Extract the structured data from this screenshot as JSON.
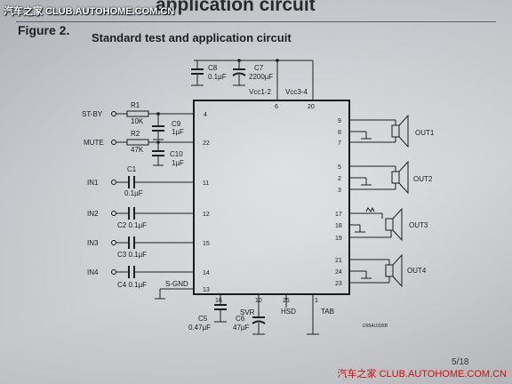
{
  "header": {
    "title": "application circuit",
    "figure_label": "Figure 2.",
    "figure_caption": "Standard test and application circuit"
  },
  "watermark": {
    "top": "汽车之家 CLUB.AUTOHOME.COM.CN",
    "bottom": "汽车之家 CLUB.AUTOHOME.COM.CN"
  },
  "page_number": "5/18",
  "diagram_code": "D95AU335B",
  "inputs": {
    "stby": "ST-BY",
    "mute": "MUTE",
    "in1": "IN1",
    "in2": "IN2",
    "in3": "IN3",
    "in4": "IN4"
  },
  "components": {
    "r1_name": "R1",
    "r1_value": "10K",
    "r2_name": "R2",
    "r2_value": "47K",
    "c1_name": "C1",
    "c1_value": "0.1µF",
    "c2": "C2 0.1µF",
    "c3": "C3 0.1µF",
    "c4": "C4 0.1µF",
    "c5_name": "C5",
    "c5_value": "0.47µF",
    "c6_name": "C6",
    "c6_value": "47µF",
    "c7_name": "C7",
    "c7_value": "2200µF",
    "c8_name": "C8",
    "c8_value": "0.1µF",
    "c9_name": "C9",
    "c9_value": "1µF",
    "c10_name": "C10",
    "c10_value": "1µF"
  },
  "signals": {
    "vcc12": "Vcc1-2",
    "vcc34": "Vcc3-4",
    "sgnd": "S-GND",
    "svr": "SVR",
    "hsd": "HSD",
    "tab": "TAB"
  },
  "outputs": {
    "out1": "OUT1",
    "out2": "OUT2",
    "out3": "OUT3",
    "out4": "OUT4"
  },
  "pins": {
    "p4": "4",
    "p22": "22",
    "p11": "11",
    "p12": "12",
    "p15": "15",
    "p14": "14",
    "p13": "13",
    "p6": "6",
    "p20": "20",
    "p9": "9",
    "p8": "8",
    "p7": "7",
    "p5": "5",
    "p2": "2",
    "p3": "3",
    "p17": "17",
    "p18": "18",
    "p19": "19",
    "p21": "21",
    "p24": "24",
    "p23": "23",
    "p16": "16",
    "p10": "10",
    "p25": "25",
    "p1": "1"
  }
}
